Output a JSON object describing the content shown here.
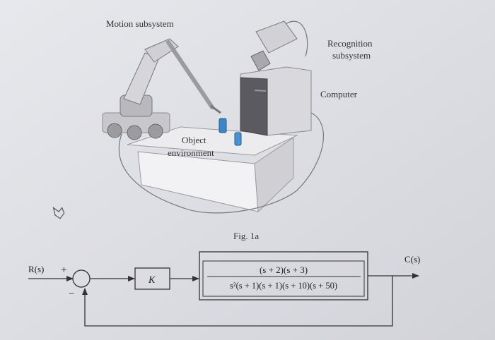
{
  "figure": {
    "labels": {
      "motion": "Motion subsystem",
      "recognition_line1": "Recognition",
      "recognition_line2": "subsystem",
      "computer": "Computer",
      "object_line1": "Object",
      "object_line2": "environment",
      "caption": "Fig. 1a"
    }
  },
  "block_diagram": {
    "input": "R(s)",
    "output": "C(s)",
    "sum_plus": "+",
    "sum_minus": "−",
    "gain": "K",
    "numerator": "(s + 2)(s + 3)",
    "denominator": "s²(s + 1)(s + 1)(s + 10)(s + 50)"
  },
  "icons": [
    "pointer-hand-icon"
  ],
  "colors": {
    "paper": "#dcdde2",
    "ink": "#333333",
    "cup": "#3a86c8"
  }
}
